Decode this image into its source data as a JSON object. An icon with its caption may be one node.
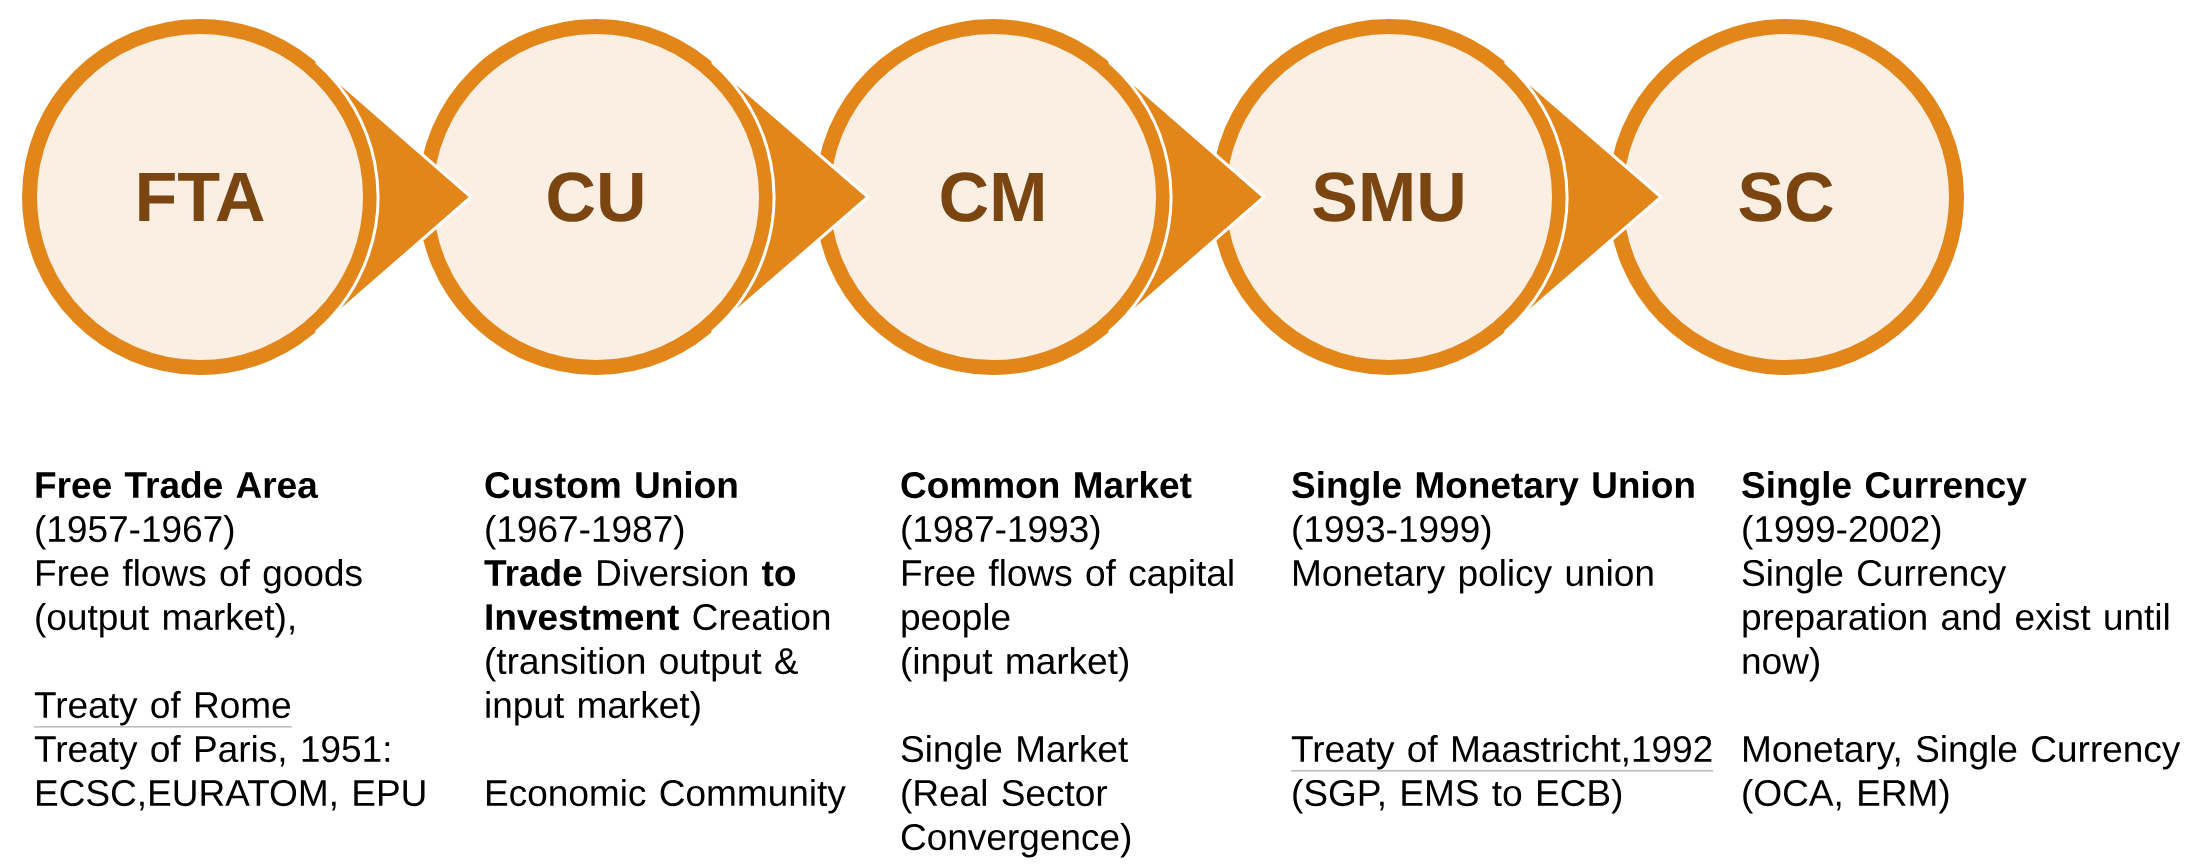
{
  "diagram": {
    "nodes": [
      {
        "text": [
          "FTA"
        ],
        "beside": [
          "Free Trade Area",
          "(1957-1967)",
          "Free flows of goods (output market),",
          "Treaty of Rome",
          "Treaty of Paris, 1951: ECSC,EURATOM, EPU"
        ]
      },
      {
        "text": [
          "CU"
        ],
        "beside": [
          "Custom Union",
          "(1967-1987)",
          "**Trade** Diversion **to Investment** Creation (transition output & input market)",
          "Economic Community"
        ]
      },
      {
        "text": [
          "CM"
        ],
        "beside": [
          "Common Market",
          "(1987-1993)",
          "Free flows of capital people",
          "(input market)",
          "Single Market (Real Sector Convergence)"
        ]
      },
      {
        "text": [
          "SMU"
        ],
        "beside": [
          "Single Monetary Union",
          "(1993-1999)",
          "Monetary policy union",
          "Treaty of Maastricht,1992",
          "(SGP, EMS to ECB)"
        ]
      },
      {
        "text": [
          "SC"
        ],
        "beside": [
          "Single Currency",
          "(1999-2002)",
          "Single Currency",
          "preparation and exist until now)",
          "Monetary, Single Currency (OCA, ERM)"
        ]
      }
    ],
    "edges": [
      {
        "from": 0,
        "to": 1,
        "arrow": "to"
      },
      {
        "from": 1,
        "to": 2,
        "arrow": "to"
      },
      {
        "from": 2,
        "to": 3,
        "arrow": "to"
      },
      {
        "from": 3,
        "to": 4,
        "arrow": "to"
      }
    ]
  }
}
